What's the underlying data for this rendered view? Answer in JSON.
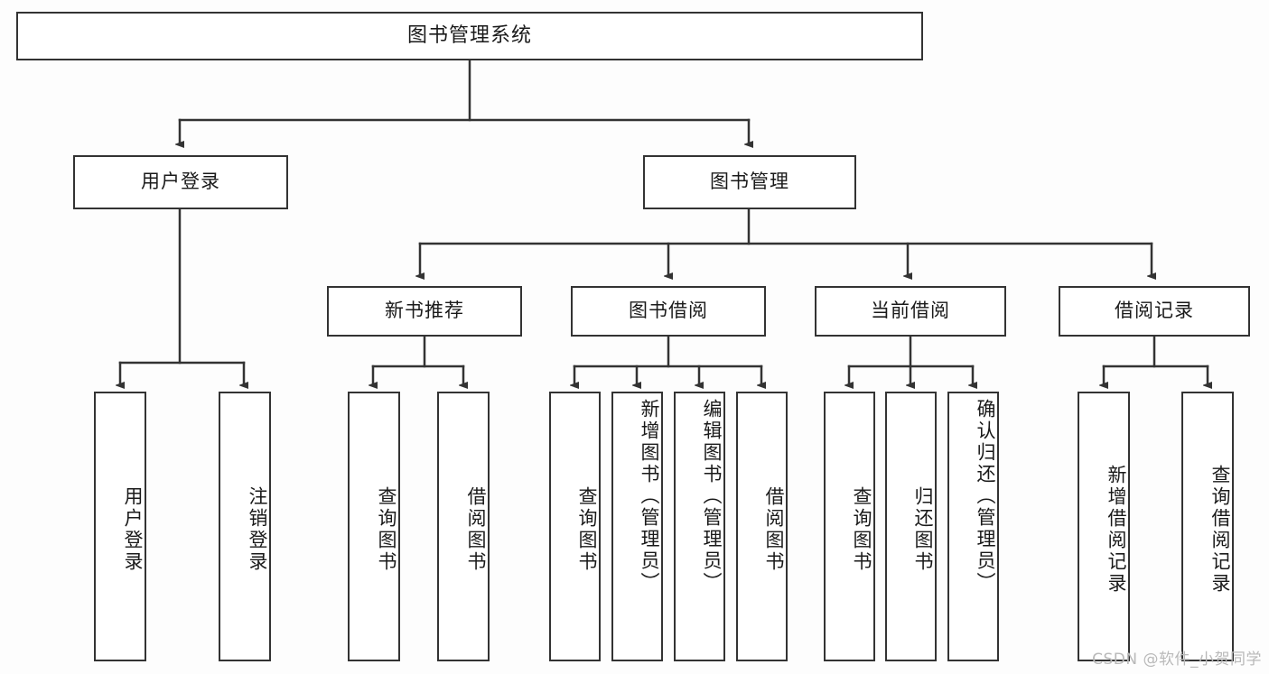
{
  "diagram": {
    "title": "图书管理系统",
    "type": "tree-hierarchy",
    "watermark": "CSDN @软件_小贺同学",
    "colors": {
      "stroke": "#333333",
      "fill": "#ffffff",
      "background": "#fdfdfd",
      "text": "#1a1a1a",
      "watermark": "#b9b9b9"
    },
    "root": {
      "label": "图书管理系统"
    },
    "level2": [
      {
        "label": "用户登录"
      },
      {
        "label": "图书管理"
      }
    ],
    "level3": [
      {
        "label": "新书推荐"
      },
      {
        "label": "图书借阅"
      },
      {
        "label": "当前借阅"
      },
      {
        "label": "借阅记录"
      }
    ],
    "leaves": {
      "user_login": [
        {
          "label": "用户登录"
        },
        {
          "label": "注销登录"
        }
      ],
      "new_book_recommend": [
        {
          "label": "查询图书"
        },
        {
          "label": "借阅图书"
        }
      ],
      "book_borrow": [
        {
          "label": "查询图书"
        },
        {
          "label": "新增图书（管理员）"
        },
        {
          "label": "编辑图书（管理员）"
        },
        {
          "label": "借阅图书"
        }
      ],
      "current_borrow": [
        {
          "label": "查询图书"
        },
        {
          "label": "归还图书"
        },
        {
          "label": "确认归还（管理员）"
        }
      ],
      "borrow_record": [
        {
          "label": "新增借阅记录"
        },
        {
          "label": "查询借阅记录"
        }
      ]
    }
  }
}
